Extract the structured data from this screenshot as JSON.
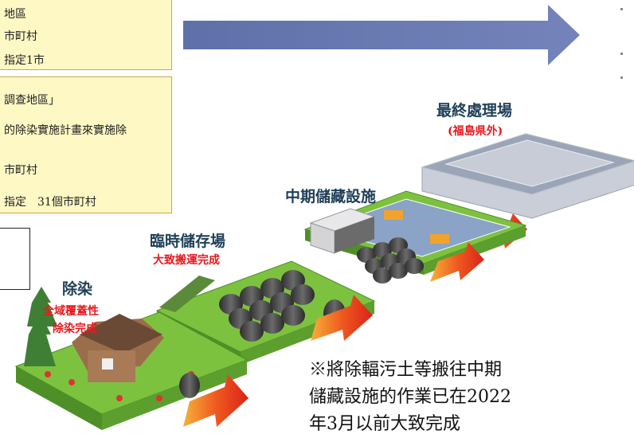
{
  "box1": {
    "lines": [
      "地區",
      "市町村",
      "指定1市"
    ]
  },
  "box2": {
    "lines": [
      "調查地區」",
      "的除染實施計畫來實施除",
      "市町村",
      "指定　31個市町村"
    ]
  },
  "stages": {
    "decontamination": {
      "label": "除染",
      "sub1": "全域覆蓋性",
      "sub2": "除染完成"
    },
    "temporary": {
      "label": "臨時儲存場",
      "sub": "大致搬運完成"
    },
    "interim": {
      "label": "中期儲藏設施"
    },
    "final": {
      "label": "最終處理場",
      "sub": "(福島県外)"
    }
  },
  "note": {
    "lines": [
      "※將除輻污土等搬往中期",
      "儲藏設施的作業已在2022",
      "年3月以前大致完成"
    ]
  },
  "colors": {
    "box_fill": "#fdf8c4",
    "arrow_blue": "#6f7fb3",
    "grass": "#7dc23f",
    "red_arrow": "#e8401c",
    "label_dark": "#1f3f57",
    "label_red": "#e8191e"
  }
}
